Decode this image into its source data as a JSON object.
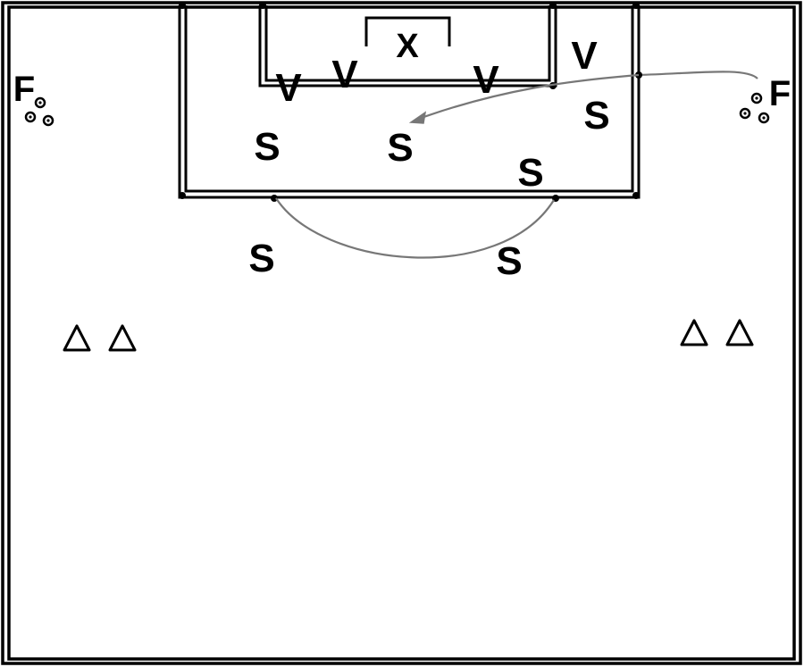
{
  "labels": {
    "goalkeeper": "X",
    "defenders": [
      "V",
      "V",
      "V",
      "V"
    ],
    "strikers": [
      "S",
      "S",
      "S",
      "S",
      "S",
      "S"
    ],
    "feeders": [
      "F",
      "F"
    ]
  },
  "colors": {
    "lines": "#000000",
    "pass_arrow": "#777777",
    "background": "#ffffff"
  },
  "icons": {
    "cone": "triangle-cone-icon",
    "ball": "ball-icon"
  }
}
